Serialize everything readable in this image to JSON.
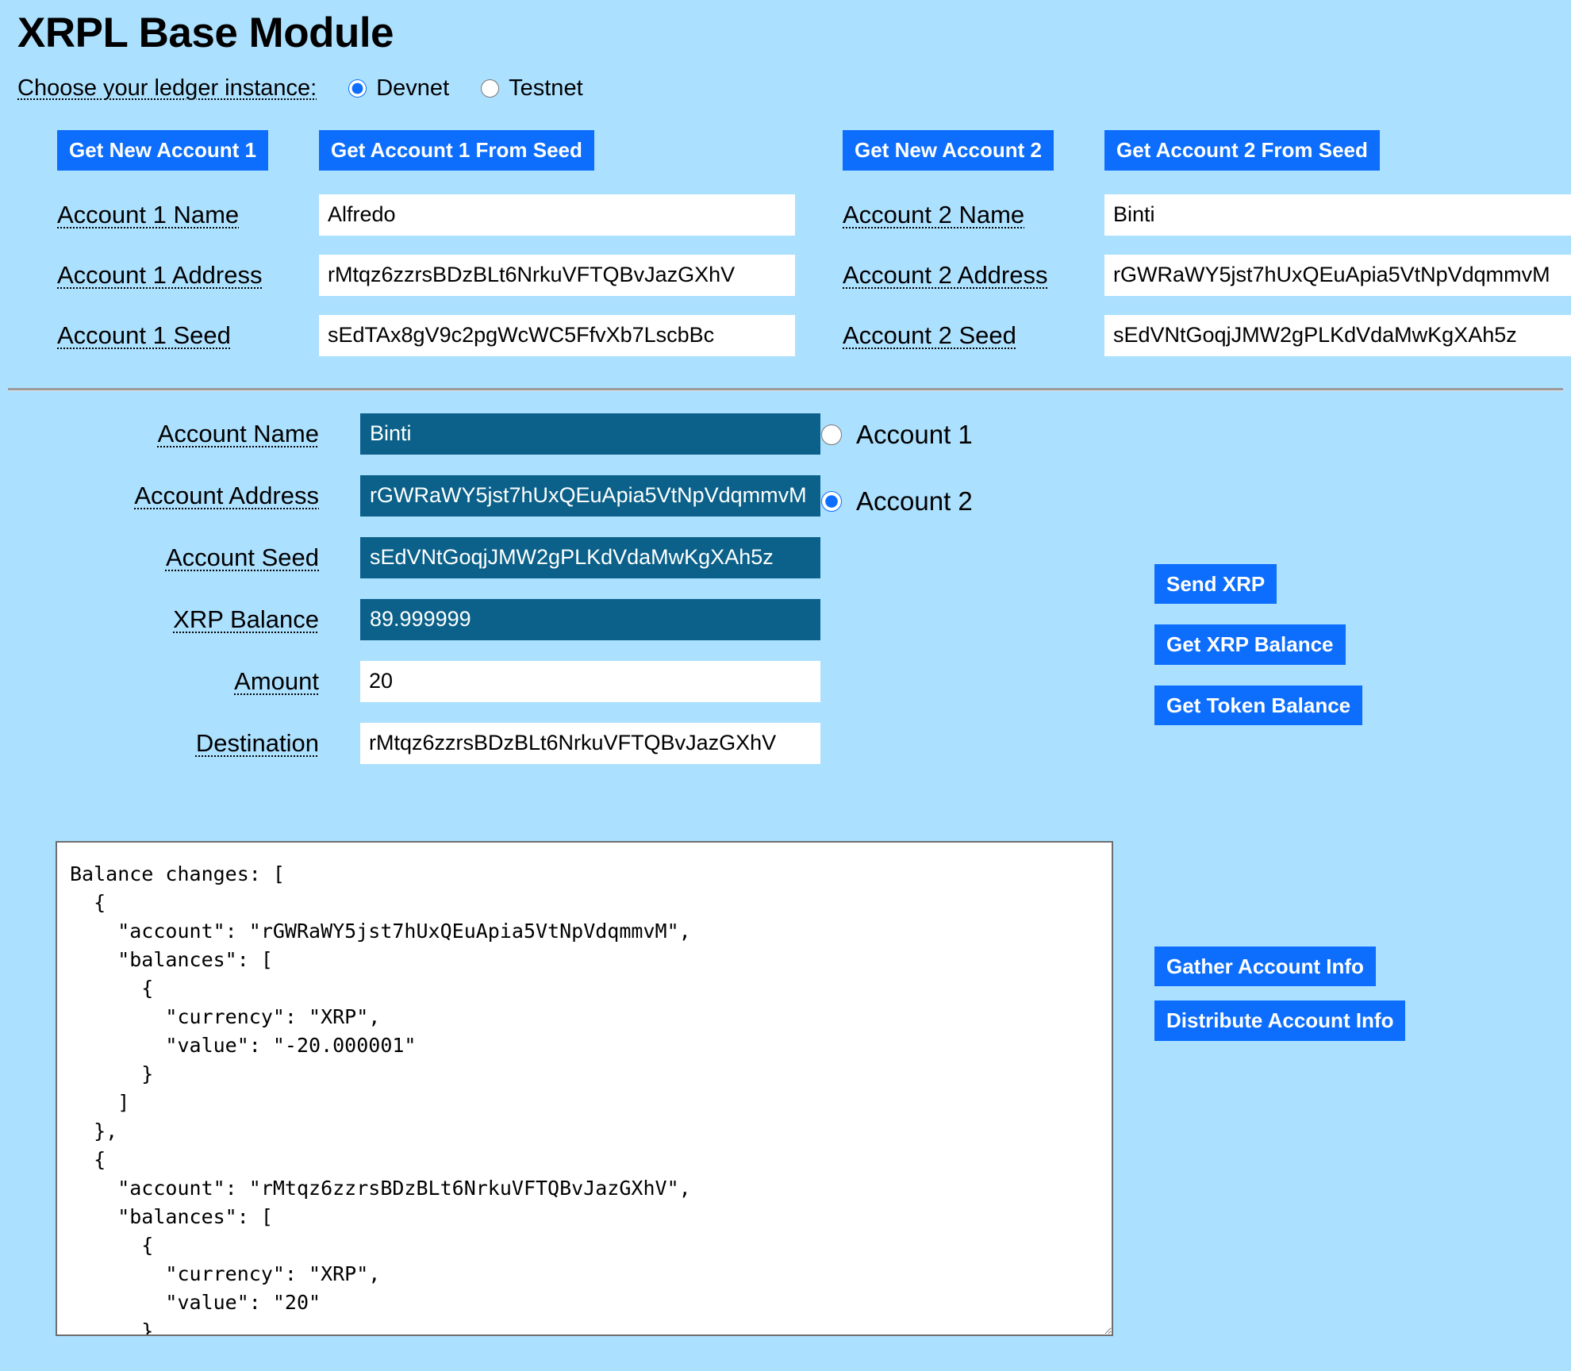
{
  "header": {
    "title": "XRPL Base Module",
    "ledger_label": "Choose your ledger instance:",
    "ledger_options": [
      {
        "label": "Devnet",
        "selected": true
      },
      {
        "label": "Testnet",
        "selected": false
      }
    ]
  },
  "accounts": {
    "buttons": {
      "get_new_account_1": "Get New Account 1",
      "get_account_1_from_seed": "Get Account 1 From Seed",
      "get_new_account_2": "Get New Account 2",
      "get_account_2_from_seed": "Get Account 2 From Seed"
    },
    "account1": {
      "name_label": "Account 1 Name",
      "name_value": "Alfredo",
      "address_label": "Account 1 Address",
      "address_value": "rMtqz6zzrsBDzBLt6NrkuVFTQBvJazGXhV",
      "seed_label": "Account 1 Seed",
      "seed_value": "sEdTAx8gV9c2pgWcWC5FfvXb7LscbBc"
    },
    "account2": {
      "name_label": "Account 2 Name",
      "name_value": "Binti",
      "address_label": "Account 2 Address",
      "address_value": "rGWRaWY5jst7hUxQEuApia5VtNpVdqmmvM",
      "seed_label": "Account 2 Seed",
      "seed_value": "sEdVNtGoqjJMW2gPLKdVdaMwKgXAh5z"
    }
  },
  "selected_account": {
    "name_label": "Account Name",
    "name_value": "Binti",
    "address_label": "Account Address",
    "address_value": "rGWRaWY5jst7hUxQEuApia5VtNpVdqmmvM",
    "seed_label": "Account Seed",
    "seed_value": "sEdVNtGoqjJMW2gPLKdVdaMwKgXAh5z",
    "balance_label": "XRP Balance",
    "balance_value": "89.999999",
    "amount_label": "Amount",
    "amount_value": "20",
    "destination_label": "Destination",
    "destination_value": "rMtqz6zzrsBDzBLt6NrkuVFTQBvJazGXhV",
    "account_radios": [
      {
        "label": "Account 1",
        "selected": false
      },
      {
        "label": "Account 2",
        "selected": true
      }
    ]
  },
  "actions": {
    "send_xrp": "Send XRP",
    "get_xrp_balance": "Get XRP Balance",
    "get_token_balance": "Get Token Balance",
    "gather_account_info": "Gather Account Info",
    "distribute_account_info": "Distribute Account Info"
  },
  "output": {
    "text": "Balance changes: [\n  {\n    \"account\": \"rGWRaWY5jst7hUxQEuApia5VtNpVdqmmvM\",\n    \"balances\": [\n      {\n        \"currency\": \"XRP\",\n        \"value\": \"-20.000001\"\n      }\n    ]\n  },\n  {\n    \"account\": \"rMtqz6zzrsBDzBLt6NrkuVFTQBvJazGXhV\",\n    \"balances\": [\n      {\n        \"currency\": \"XRP\",\n        \"value\": \"20\"\n      }\n    ]\n  }\n]"
  },
  "colors": {
    "background": "#ace0ff",
    "button_blue": "#0d6efd",
    "readonly_teal": "#0b6189",
    "input_white": "#ffffff"
  }
}
